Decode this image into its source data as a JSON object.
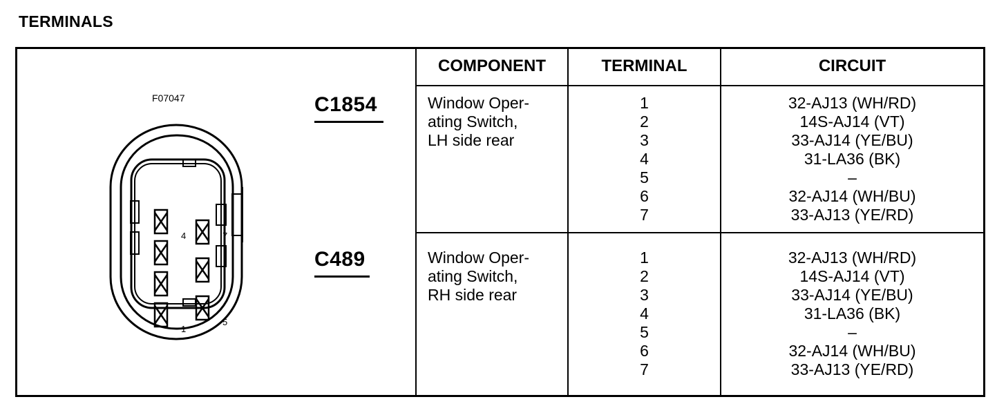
{
  "page_title": "TERMINALS",
  "figure_code": "F07047",
  "connector_pin_labels": [
    "4",
    "7",
    "1",
    "5"
  ],
  "table": {
    "headers": {
      "component": "COMPONENT",
      "terminal": "TERMINAL",
      "circuit": "CIRCUIT"
    },
    "rows": [
      {
        "connector": "C1854",
        "component_lines": [
          "Window Oper-",
          "ating Switch,",
          "LH side rear"
        ],
        "terminals": [
          "1",
          "2",
          "3",
          "4",
          "5",
          "6",
          "7"
        ],
        "circuits": [
          "32-AJ13 (WH/RD)",
          "14S-AJ14 (VT)",
          "33-AJ14 (YE/BU)",
          "31-LA36 (BK)",
          "–",
          "32-AJ14 (WH/BU)",
          "33-AJ13 (YE/RD)"
        ]
      },
      {
        "connector": "C489",
        "component_lines": [
          "Window Oper-",
          "ating Switch,",
          "RH side rear"
        ],
        "terminals": [
          "1",
          "2",
          "3",
          "4",
          "5",
          "6",
          "7"
        ],
        "circuits": [
          "32-AJ13 (WH/RD)",
          "14S-AJ14 (VT)",
          "33-AJ14 (YE/BU)",
          "31-LA36 (BK)",
          "–",
          "32-AJ14 (WH/BU)",
          "33-AJ13 (YE/RD)"
        ]
      }
    ]
  }
}
